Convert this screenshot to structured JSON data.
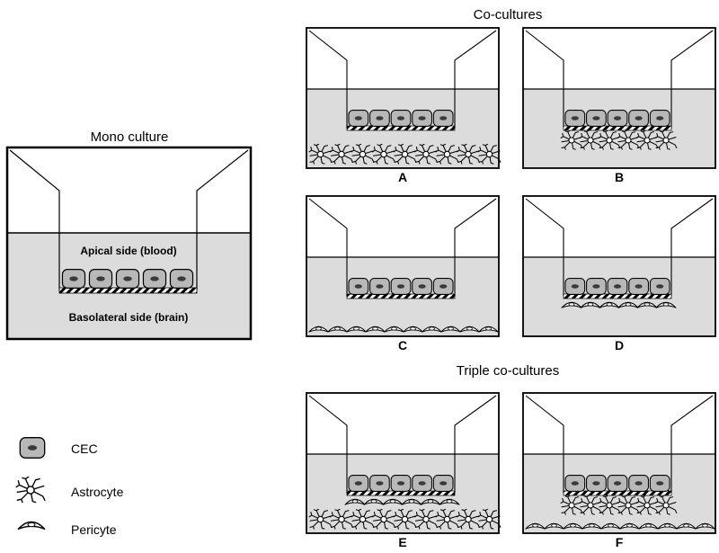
{
  "titles": {
    "mono": "Mono culture",
    "co": "Co-cultures",
    "triple": "Triple co-cultures"
  },
  "mono": {
    "apical": "Apical side (blood)",
    "basolateral": "Basolateral side (brain)"
  },
  "panels": [
    {
      "label": "A",
      "config": "astrocytes-bottom"
    },
    {
      "label": "B",
      "config": "astrocytes-underside"
    },
    {
      "label": "C",
      "config": "pericytes-bottom"
    },
    {
      "label": "D",
      "config": "pericytes-underside"
    },
    {
      "label": "E",
      "config": "pericytes-underside-astrocytes-bottom"
    },
    {
      "label": "F",
      "config": "astrocytes-underside-pericytes-bottom"
    }
  ],
  "legend": [
    {
      "label": "CEC",
      "icon": "cec-cell-icon"
    },
    {
      "label": "Astrocyte",
      "icon": "astrocyte-icon"
    },
    {
      "label": "Pericyte",
      "icon": "pericyte-icon"
    }
  ],
  "colors": {
    "medium": "#dcdcdc",
    "cell": "#b8b8b8",
    "line": "#000000"
  }
}
